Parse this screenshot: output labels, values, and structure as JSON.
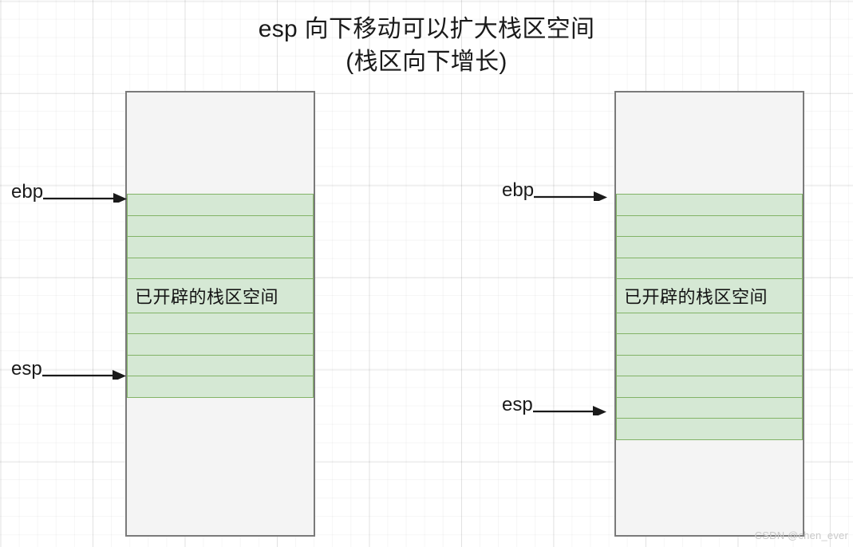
{
  "title": {
    "line1": "esp 向下移动可以扩大栈区空间",
    "line2": "(栈区向下增长)"
  },
  "colors": {
    "band_fill": "#d5e8d4",
    "band_stroke": "#82b366",
    "box_fill": "#f4f4f4",
    "box_stroke": "#7a7a7a",
    "text": "#1a1a1a",
    "grid": "#e8e8e8",
    "watermark": "#c9c9c9"
  },
  "diagrams": [
    {
      "id": "left",
      "caption": "已开辟的栈区空间",
      "bands_above_text": 4,
      "bands_below_text": 4,
      "pointers": [
        {
          "name": "ebp",
          "label": "ebp"
        },
        {
          "name": "esp",
          "label": "esp"
        }
      ]
    },
    {
      "id": "right",
      "caption": "已开辟的栈区空间",
      "bands_above_text": 4,
      "bands_below_text": 6,
      "pointers": [
        {
          "name": "ebp",
          "label": "ebp"
        },
        {
          "name": "esp",
          "label": "esp"
        }
      ]
    }
  ],
  "watermark": "CSDN @chen_ever"
}
